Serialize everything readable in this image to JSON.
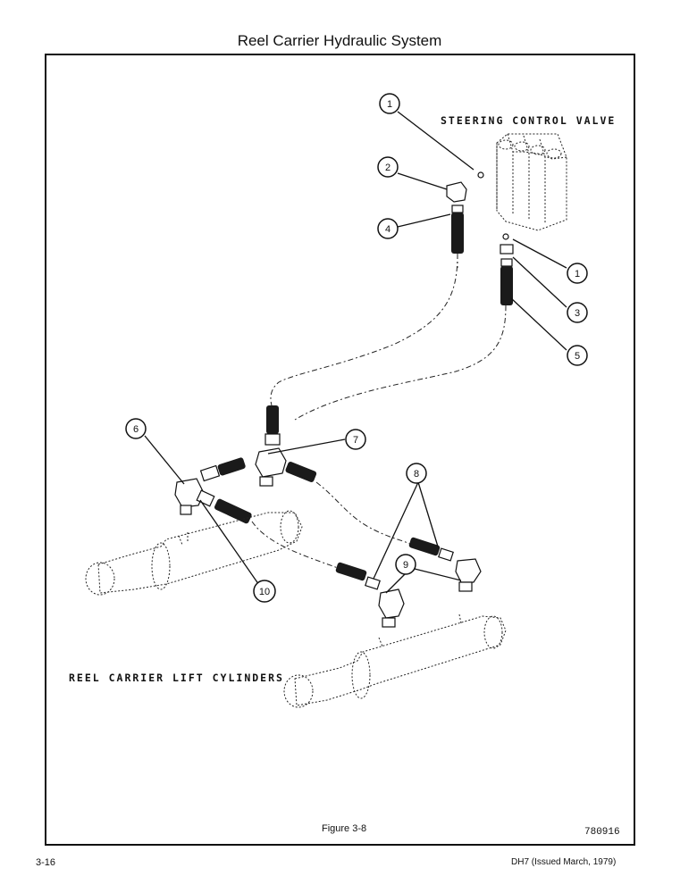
{
  "title": "Reel Carrier Hydraulic System",
  "labels": {
    "steering_control_valve": "STEERING CONTROL VALVE",
    "lift_cylinders": "REEL CARRIER LIFT CYLINDERS"
  },
  "callouts": [
    "1",
    "2",
    "4",
    "1",
    "3",
    "5",
    "6",
    "7",
    "8",
    "9",
    "10"
  ],
  "figure": {
    "caption": "Figure 3-8",
    "code": "780916"
  },
  "footer": {
    "page_number": "3-16",
    "doc_info": "DH7 (Issued March, 1979)"
  }
}
